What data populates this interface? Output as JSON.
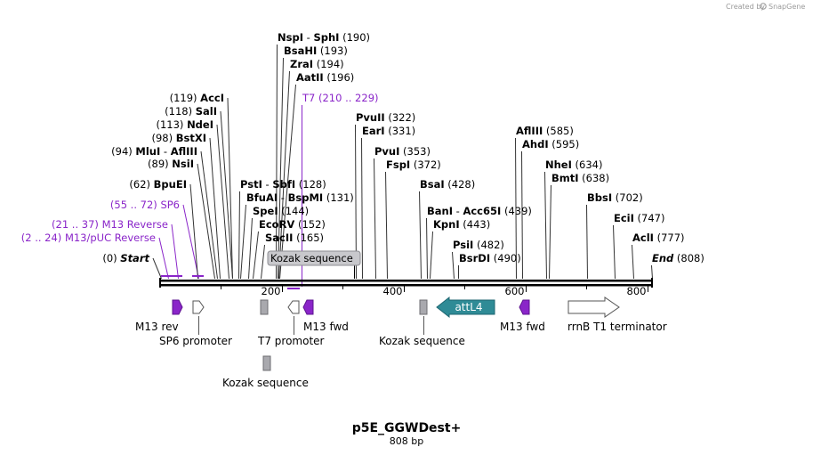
{
  "credit": {
    "created_by": "Created by",
    "brand": "SnapGene"
  },
  "title": "p5E_GGWDest+",
  "length_label": "808 bp",
  "total_bp": 808,
  "ruler_ticks": [
    200,
    400,
    600,
    800
  ],
  "colors": {
    "primer_purple": "#8a25c9",
    "attl4_teal": "#2f8b96",
    "kozak_gray": "#a9a9ae",
    "ruler_black": "#000000"
  },
  "sites": [
    {
      "name": "Start",
      "pos_label": "(0)",
      "italic": true,
      "pos": 1
    },
    {
      "name": "M13/pUC Reverse",
      "pos_label": "(2 .. 24)",
      "primer": true,
      "pos": 13
    },
    {
      "name": "M13 Reverse",
      "pos_label": "(21 .. 37)",
      "primer": true,
      "pos": 29
    },
    {
      "name": "SP6",
      "pos_label": "(55 .. 72)",
      "primer": true,
      "pos": 63
    },
    {
      "name": "BpuEI",
      "pos_label": "(62)",
      "pos": 62
    },
    {
      "name": "NsiI",
      "pos_label": "(89)",
      "pos": 89
    },
    {
      "name": "MluI",
      "name2": "AflIII",
      "pos_label": "(94)",
      "pos": 94
    },
    {
      "name": "BstXI",
      "pos_label": "(98)",
      "pos": 98
    },
    {
      "name": "NdeI",
      "pos_label": "(113)",
      "pos": 113
    },
    {
      "name": "SalI",
      "pos_label": "(118)",
      "pos": 118
    },
    {
      "name": "AccI",
      "pos_label": "(119)",
      "pos": 119
    },
    {
      "name": "PstI",
      "name2": "SbfI",
      "pos_label": "(128)",
      "pos": 128
    },
    {
      "name": "BfuAI",
      "name2": "BspMI",
      "pos_label": "(131)",
      "pos": 131
    },
    {
      "name": "SpeI",
      "pos_label": "(144)",
      "pos": 144
    },
    {
      "name": "EcoRV",
      "pos_label": "(152)",
      "pos": 152
    },
    {
      "name": "SacII",
      "pos_label": "(165)",
      "pos": 165
    },
    {
      "name": "NspI",
      "name2": "SphI",
      "pos_label": "(190)",
      "pos": 190
    },
    {
      "name": "BsaHI",
      "pos_label": "(193)",
      "pos": 193
    },
    {
      "name": "ZraI",
      "pos_label": "(194)",
      "pos": 194
    },
    {
      "name": "AatII",
      "pos_label": "(196)",
      "pos": 196
    },
    {
      "name": "T7",
      "pos_label": "(210 .. 229)",
      "primer": true,
      "pos": 219
    },
    {
      "name": "Kozak sequence",
      "boxed": true,
      "pos": 318
    },
    {
      "name": "PvuII",
      "pos_label": "(322)",
      "pos": 322
    },
    {
      "name": "EarI",
      "pos_label": "(331)",
      "pos": 331
    },
    {
      "name": "PvuI",
      "pos_label": "(353)",
      "pos": 353
    },
    {
      "name": "FspI",
      "pos_label": "(372)",
      "pos": 372
    },
    {
      "name": "BsaI",
      "pos_label": "(428)",
      "pos": 428
    },
    {
      "name": "BanI",
      "name2": "Acc65I",
      "pos_label": "(439)",
      "pos": 439
    },
    {
      "name": "KpnI",
      "pos_label": "(443)",
      "pos": 443
    },
    {
      "name": "PsiI",
      "pos_label": "(482)",
      "pos": 482
    },
    {
      "name": "BsrDI",
      "pos_label": "(490)",
      "pos": 490
    },
    {
      "name": "AflIII",
      "pos_label": "(585)",
      "pos": 585
    },
    {
      "name": "AhdI",
      "pos_label": "(595)",
      "pos": 595
    },
    {
      "name": "NheI",
      "pos_label": "(634)",
      "pos": 634
    },
    {
      "name": "BmtI",
      "pos_label": "(638)",
      "pos": 638
    },
    {
      "name": "BbsI",
      "pos_label": "(702)",
      "pos": 702
    },
    {
      "name": "EciI",
      "pos_label": "(747)",
      "pos": 747
    },
    {
      "name": "AclI",
      "pos_label": "(777)",
      "pos": 777
    },
    {
      "name": "End",
      "pos_label": "(808)",
      "italic": true,
      "pos": 808
    }
  ],
  "features": [
    {
      "name": "M13 rev",
      "kind": "primer",
      "direction": "right",
      "start": 21,
      "end": 37
    },
    {
      "name": "SP6 promoter",
      "kind": "promoter",
      "direction": "right",
      "start": 55,
      "end": 72
    },
    {
      "name": "Kozak sequence",
      "kind": "kozak",
      "start": 170,
      "end": 176
    },
    {
      "name": "T7 promoter",
      "kind": "promoter",
      "direction": "left",
      "start": 210,
      "end": 229
    },
    {
      "name": "M13 fwd",
      "kind": "primer",
      "direction": "left",
      "start": 232,
      "end": 248
    },
    {
      "name": "Kozak sequence",
      "kind": "kozak",
      "start": 424,
      "end": 430
    },
    {
      "name": "attL4",
      "kind": "att",
      "direction": "left",
      "start": 449,
      "end": 545
    },
    {
      "name": "M13 fwd",
      "kind": "primer",
      "direction": "left",
      "start": 585,
      "end": 601
    },
    {
      "name": "rrnB T1 terminator",
      "kind": "terminator",
      "direction": "right",
      "start": 670,
      "end": 757
    },
    {
      "name": "Kozak sequence",
      "kind": "kozak",
      "start": 170,
      "end": 176,
      "lane": 2
    }
  ]
}
